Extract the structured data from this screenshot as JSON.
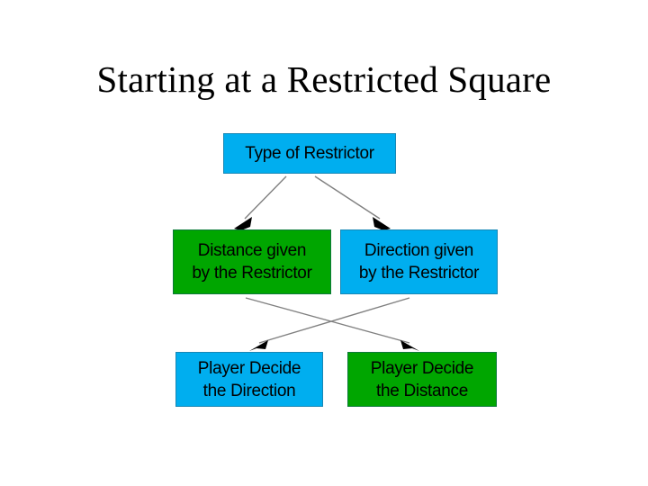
{
  "slide": {
    "title": "Starting at a Restricted Square",
    "background_color": "#FFFFFF"
  },
  "palette": {
    "cyan": "#00AEEF",
    "cyan_border": "#1787B5",
    "green": "#00A600",
    "green_border": "#0D7A3A",
    "connector_line": "#808080",
    "arrowhead": "#000000",
    "text": "#000000"
  },
  "diagram": {
    "type": "flowchart",
    "nodes": [
      {
        "id": "type-of-restrictor",
        "label": "Type of Restrictor",
        "color": "#00AEEF",
        "row": 0
      },
      {
        "id": "distance-given",
        "label": "Distance given\nby the Restrictor",
        "color": "#00A600",
        "row": 1
      },
      {
        "id": "direction-given",
        "label": "Direction given\nby the Restrictor",
        "color": "#00AEEF",
        "row": 1
      },
      {
        "id": "player-decide-direction",
        "label": "Player Decide\nthe Direction",
        "color": "#00AEEF",
        "row": 2
      },
      {
        "id": "player-decide-distance",
        "label": "Player Decide\nthe Distance",
        "color": "#00A600",
        "row": 2
      }
    ],
    "edges": [
      {
        "from": "type-of-restrictor",
        "to": "distance-given"
      },
      {
        "from": "type-of-restrictor",
        "to": "direction-given"
      },
      {
        "from": "distance-given",
        "to": "player-decide-distance"
      },
      {
        "from": "direction-given",
        "to": "player-decide-direction"
      }
    ]
  }
}
